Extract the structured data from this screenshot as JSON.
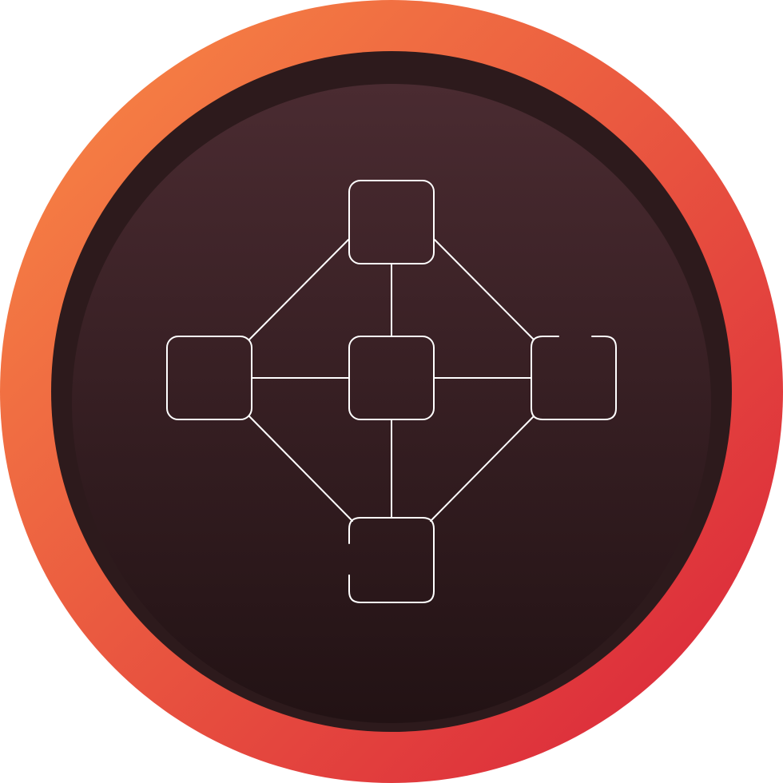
{
  "icon": {
    "name": "network-diagram-icon",
    "colors": {
      "ring_gradient_start": "#f98b45",
      "ring_gradient_end": "#d9213a",
      "outer_disc": "#2d1a1c",
      "inner_disc_top": "#4a2b31",
      "inner_disc_bottom": "#221214",
      "stroke": "#ffffff"
    },
    "nodes": [
      {
        "name": "node-top"
      },
      {
        "name": "node-left"
      },
      {
        "name": "node-center"
      },
      {
        "name": "node-right"
      },
      {
        "name": "node-bottom"
      }
    ]
  }
}
